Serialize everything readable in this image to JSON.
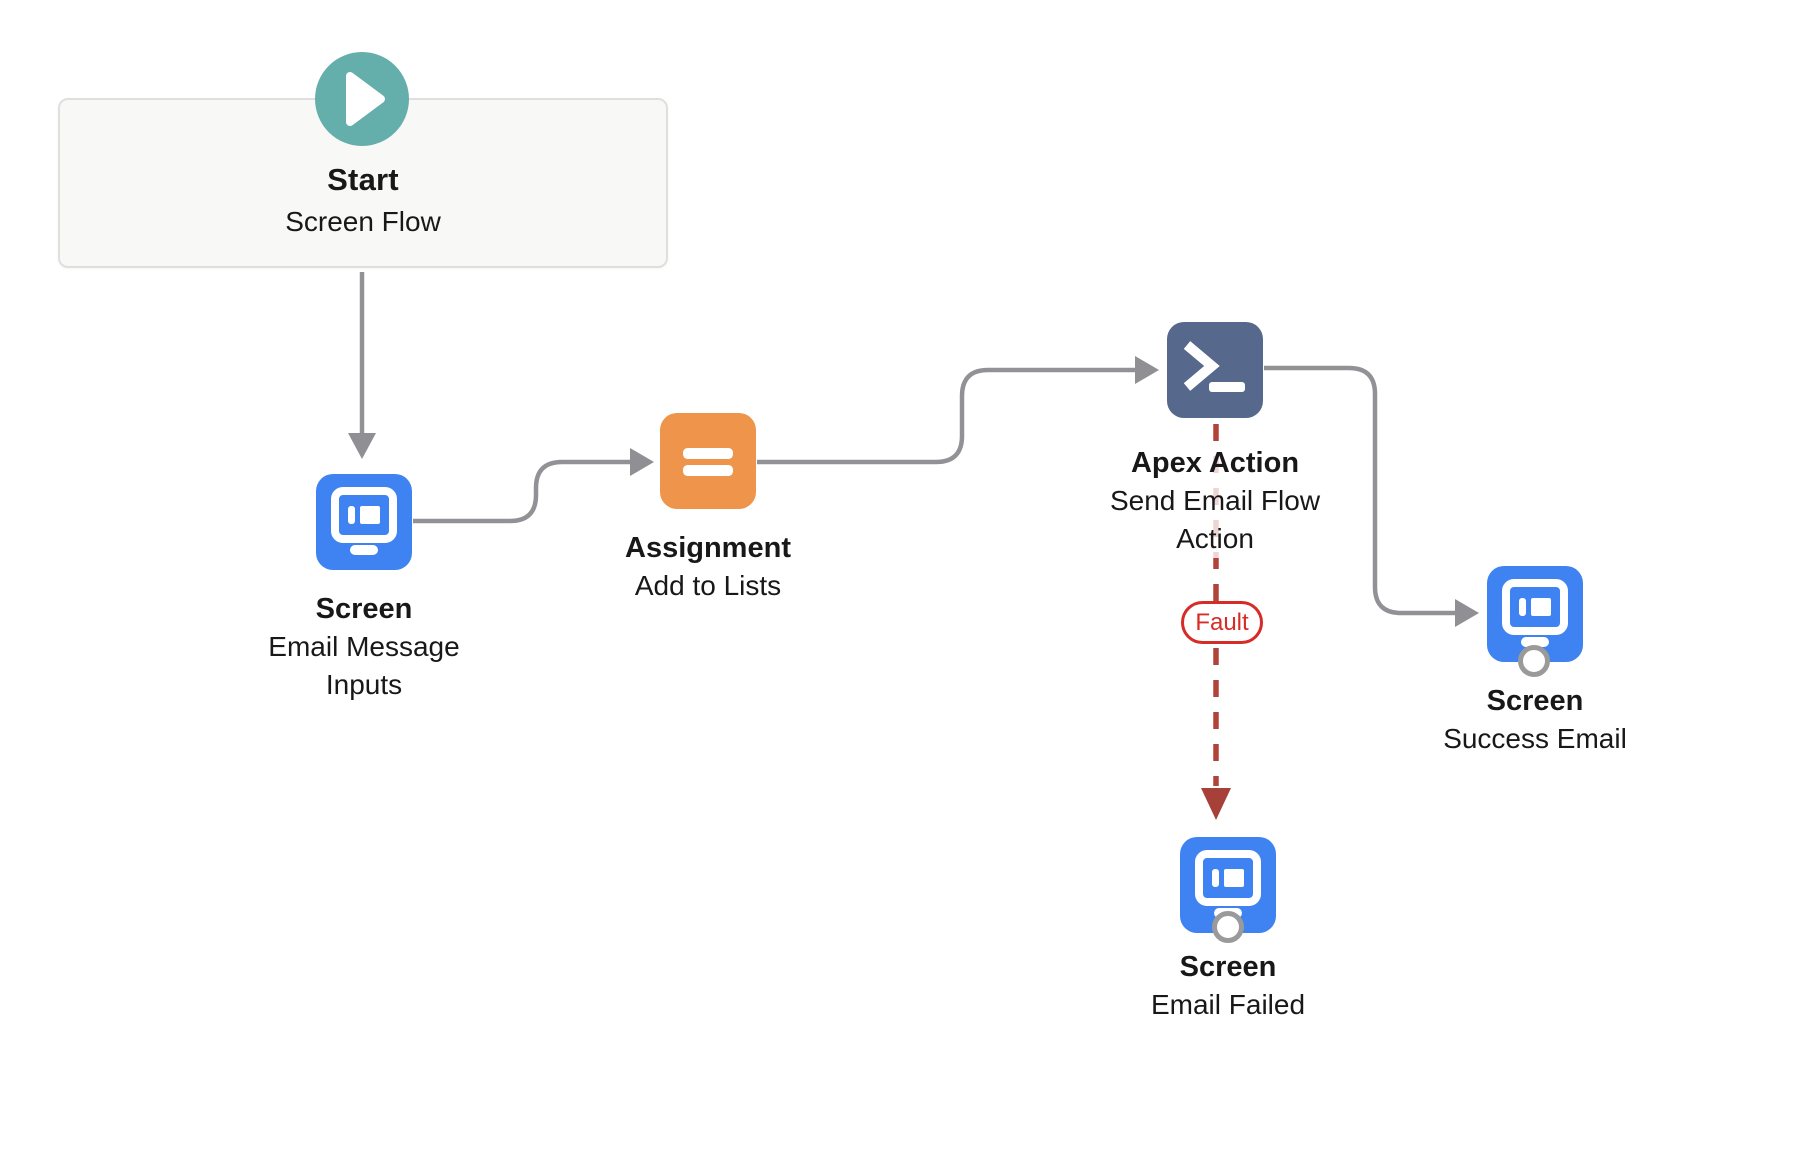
{
  "flow": {
    "start": {
      "title": "Start",
      "subtitle": "Screen Flow",
      "icon": "play-icon"
    },
    "nodes": [
      {
        "type_label": "Screen",
        "name": "Email Message Inputs",
        "icon": "screen-icon",
        "color": "#3E83F1"
      },
      {
        "type_label": "Assignment",
        "name": "Add to Lists",
        "icon": "assignment-icon",
        "color": "#EE954B"
      },
      {
        "type_label": "Apex Action",
        "name": "Send Email Flow Action",
        "icon": "apex-terminal-icon",
        "color": "#56688C"
      },
      {
        "type_label": "Screen",
        "name": "Success Email",
        "icon": "screen-icon",
        "color": "#3E83F1"
      },
      {
        "type_label": "Screen",
        "name": "Email Failed",
        "icon": "screen-icon",
        "color": "#3E83F1"
      }
    ],
    "connectors": [
      {
        "from": "Start",
        "to": "Email Message Inputs",
        "style": "solid"
      },
      {
        "from": "Email Message Inputs",
        "to": "Add to Lists",
        "style": "solid"
      },
      {
        "from": "Add to Lists",
        "to": "Send Email Flow Action",
        "style": "solid"
      },
      {
        "from": "Send Email Flow Action",
        "to": "Success Email",
        "style": "solid"
      },
      {
        "from": "Send Email Flow Action",
        "to": "Email Failed",
        "style": "dashed-fault"
      }
    ],
    "fault_label": "Fault",
    "colors": {
      "canvas": "#FFFFFF",
      "start_accent": "#64AEAB",
      "start_card_bg": "#F8F8F7",
      "connector_gray": "#919196",
      "fault_line": "#B0433A",
      "fault_badge": "#D62B26",
      "end_port_ring": "#9A9A9A",
      "text": "#181818"
    }
  }
}
